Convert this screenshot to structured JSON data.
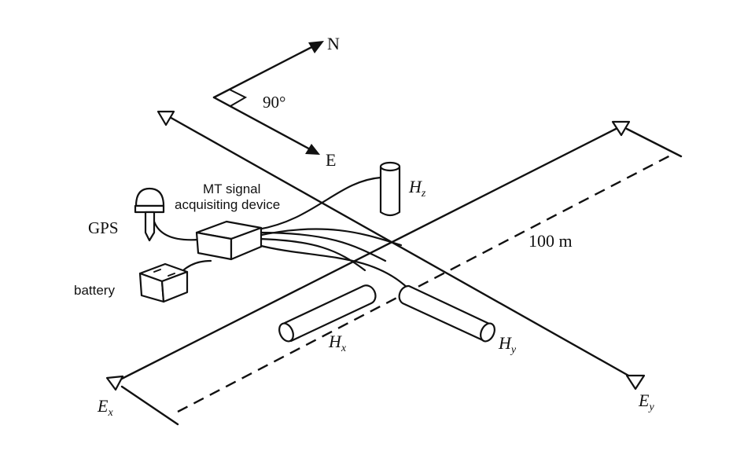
{
  "compass": {
    "north": "N",
    "east": "E",
    "angle": "90°"
  },
  "labels": {
    "gps": "GPS",
    "device_line1": "MT signal",
    "device_line2": "acquisiting device",
    "battery": "battery",
    "distance": "100 m"
  },
  "sensors": {
    "hz": {
      "main": "H",
      "sub": "z"
    },
    "hx": {
      "main": "H",
      "sub": "x"
    },
    "hy": {
      "main": "H",
      "sub": "y"
    },
    "ex": {
      "main": "E",
      "sub": "x"
    },
    "ey": {
      "main": "E",
      "sub": "y"
    }
  }
}
